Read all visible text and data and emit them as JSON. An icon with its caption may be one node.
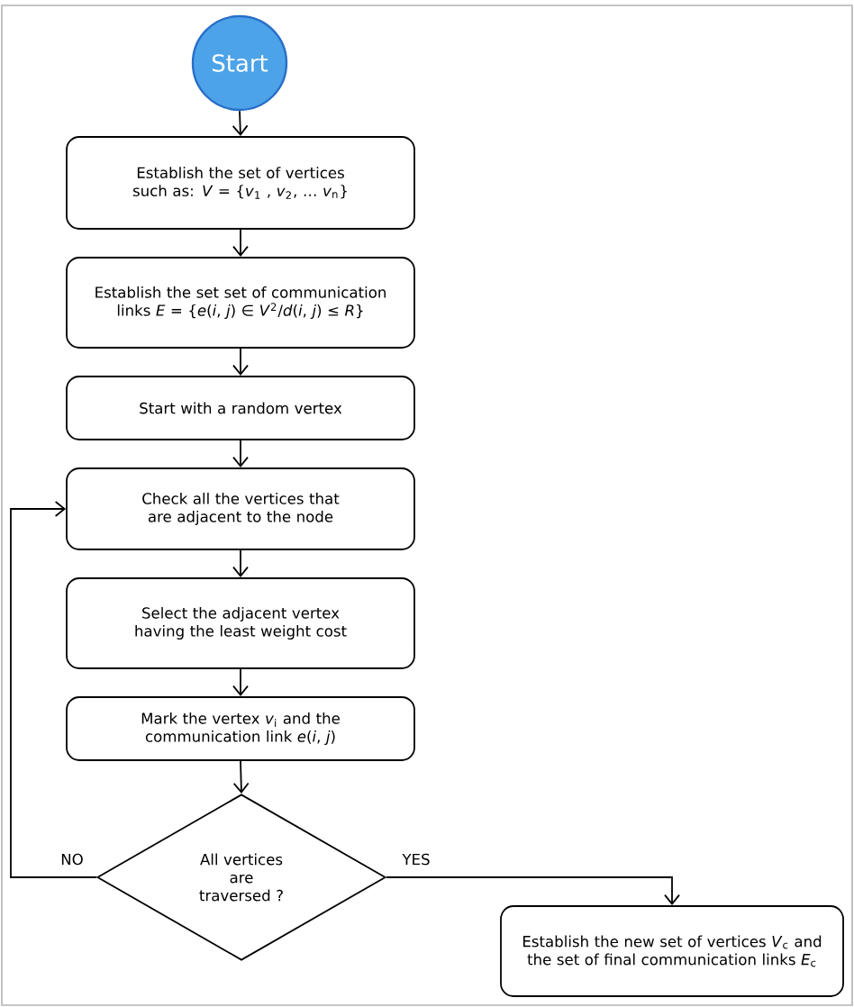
{
  "diagram": {
    "nodes": [
      {
        "text": [
          "Start"
        ]
      },
      {
        "text": [
          "Establish the set of vertices such as: *V* = {*v*$_{1}$ , *v*$_{2}$, … *v*$_{n}$}"
        ]
      },
      {
        "text": [
          "Establish the set set of communication links *E* = {*e*(*i*, *j*) ∈ *V*$^{2}$/*d*(*i*, *j*) ≤ *R*}"
        ]
      },
      {
        "text": [
          "Start with a random vertex"
        ]
      },
      {
        "text": [
          "Check all the vertices that are adjacent to the node"
        ]
      },
      {
        "text": [
          "Select the adjacent vertex having the least weight cost"
        ]
      },
      {
        "text": [
          "Mark the vertex *v*$_{i}$ and the communication link *e*(*i*, *j*)"
        ]
      },
      {
        "text": [
          "All vertices are traversed ?"
        ]
      },
      {
        "text": [
          "Establish the new set of vertices *V*$_{c}$ and the set of final communication links *E*$_{c}$"
        ]
      }
    ],
    "edges": [
      {
        "from": 0,
        "to": 1,
        "arrow": "to"
      },
      {
        "from": 1,
        "to": 2,
        "arrow": "to"
      },
      {
        "from": 2,
        "to": 3,
        "arrow": "to"
      },
      {
        "from": 3,
        "to": 4,
        "arrow": "to"
      },
      {
        "from": 4,
        "to": 5,
        "arrow": "to"
      },
      {
        "from": 5,
        "to": 6,
        "arrow": "to"
      },
      {
        "from": 6,
        "to": 7,
        "arrow": "to"
      },
      {
        "from": 7,
        "to": 4,
        "arrow": "to",
        "label": "NO"
      },
      {
        "from": 7,
        "to": 8,
        "arrow": "to",
        "label": "YES"
      }
    ]
  }
}
